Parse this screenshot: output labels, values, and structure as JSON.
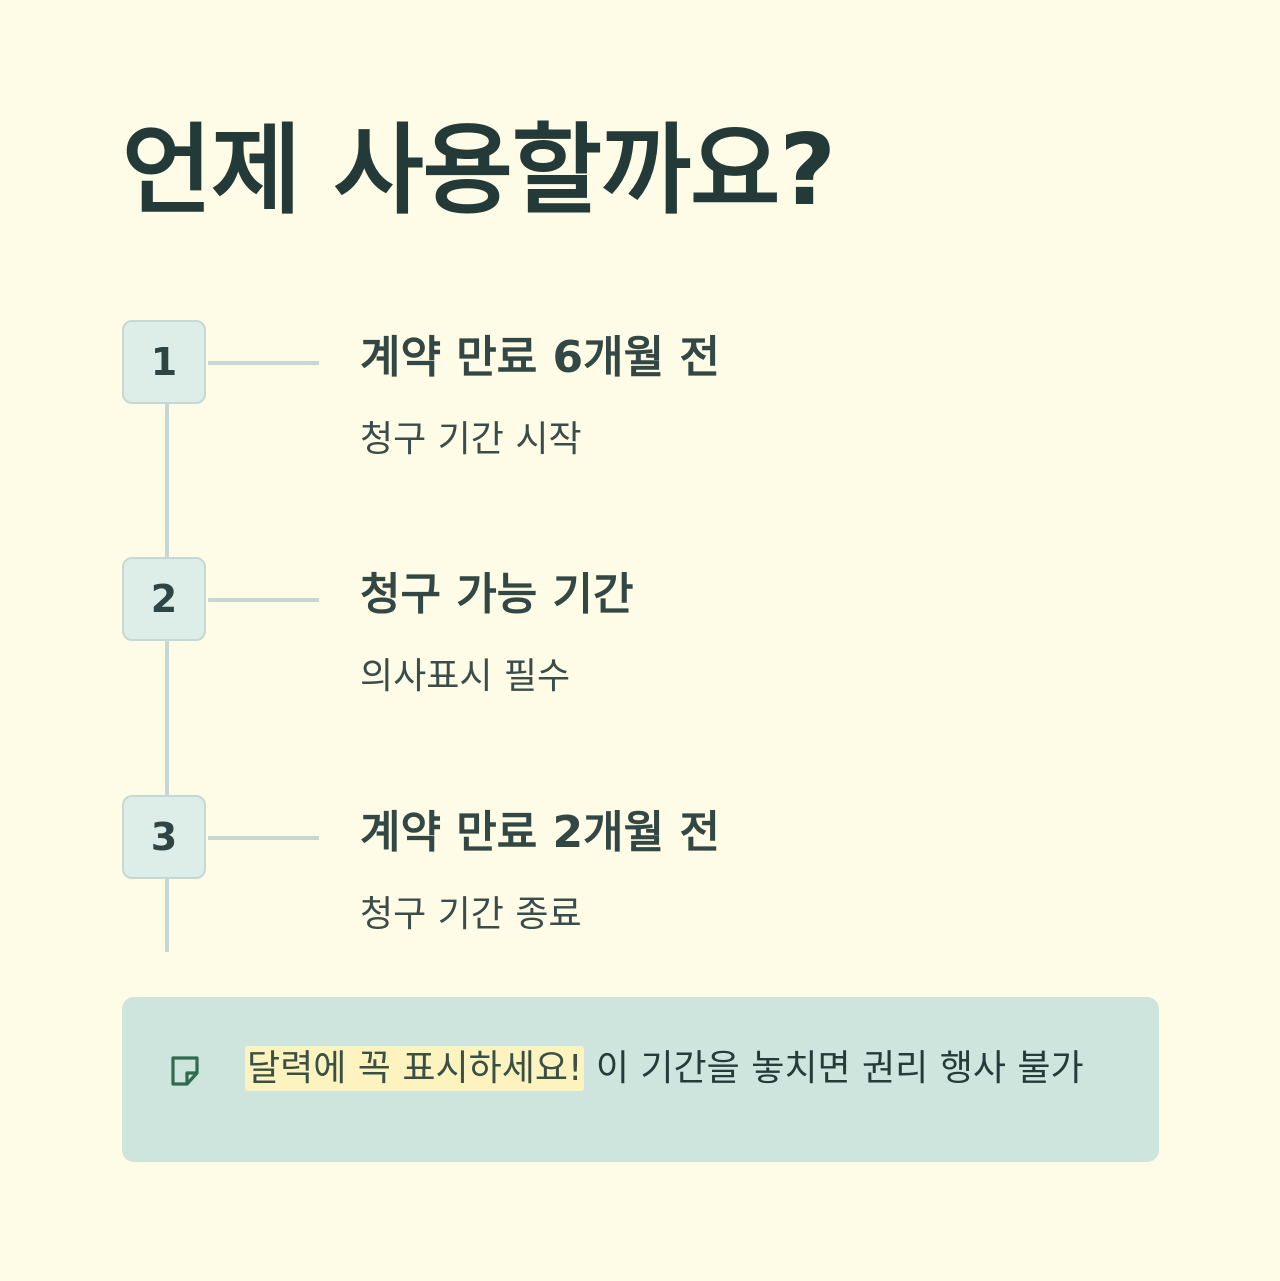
{
  "title": "언제 사용할까요?",
  "steps": [
    {
      "number": "1",
      "title": "계약 만료 6개월 전",
      "subtitle": "청구 기간 시작"
    },
    {
      "number": "2",
      "title": "청구 가능 기간",
      "subtitle": "의사표시 필수"
    },
    {
      "number": "3",
      "title": "계약 만료 2개월 전",
      "subtitle": "청구 기간 종료"
    }
  ],
  "note": {
    "icon": "sticky-note-icon",
    "highlight": "달력에 꼭 표시하세요!",
    "text": " 이 기간을 놓치면 권리 행사 불가"
  },
  "colors": {
    "background": "#fefce6",
    "title": "#233a39",
    "badge_fill": "#ddeee9",
    "connector": "#c6d8d3",
    "note_background": "#cde5dc",
    "highlight": "#fcf3bf",
    "icon": "#2f6b4f"
  }
}
